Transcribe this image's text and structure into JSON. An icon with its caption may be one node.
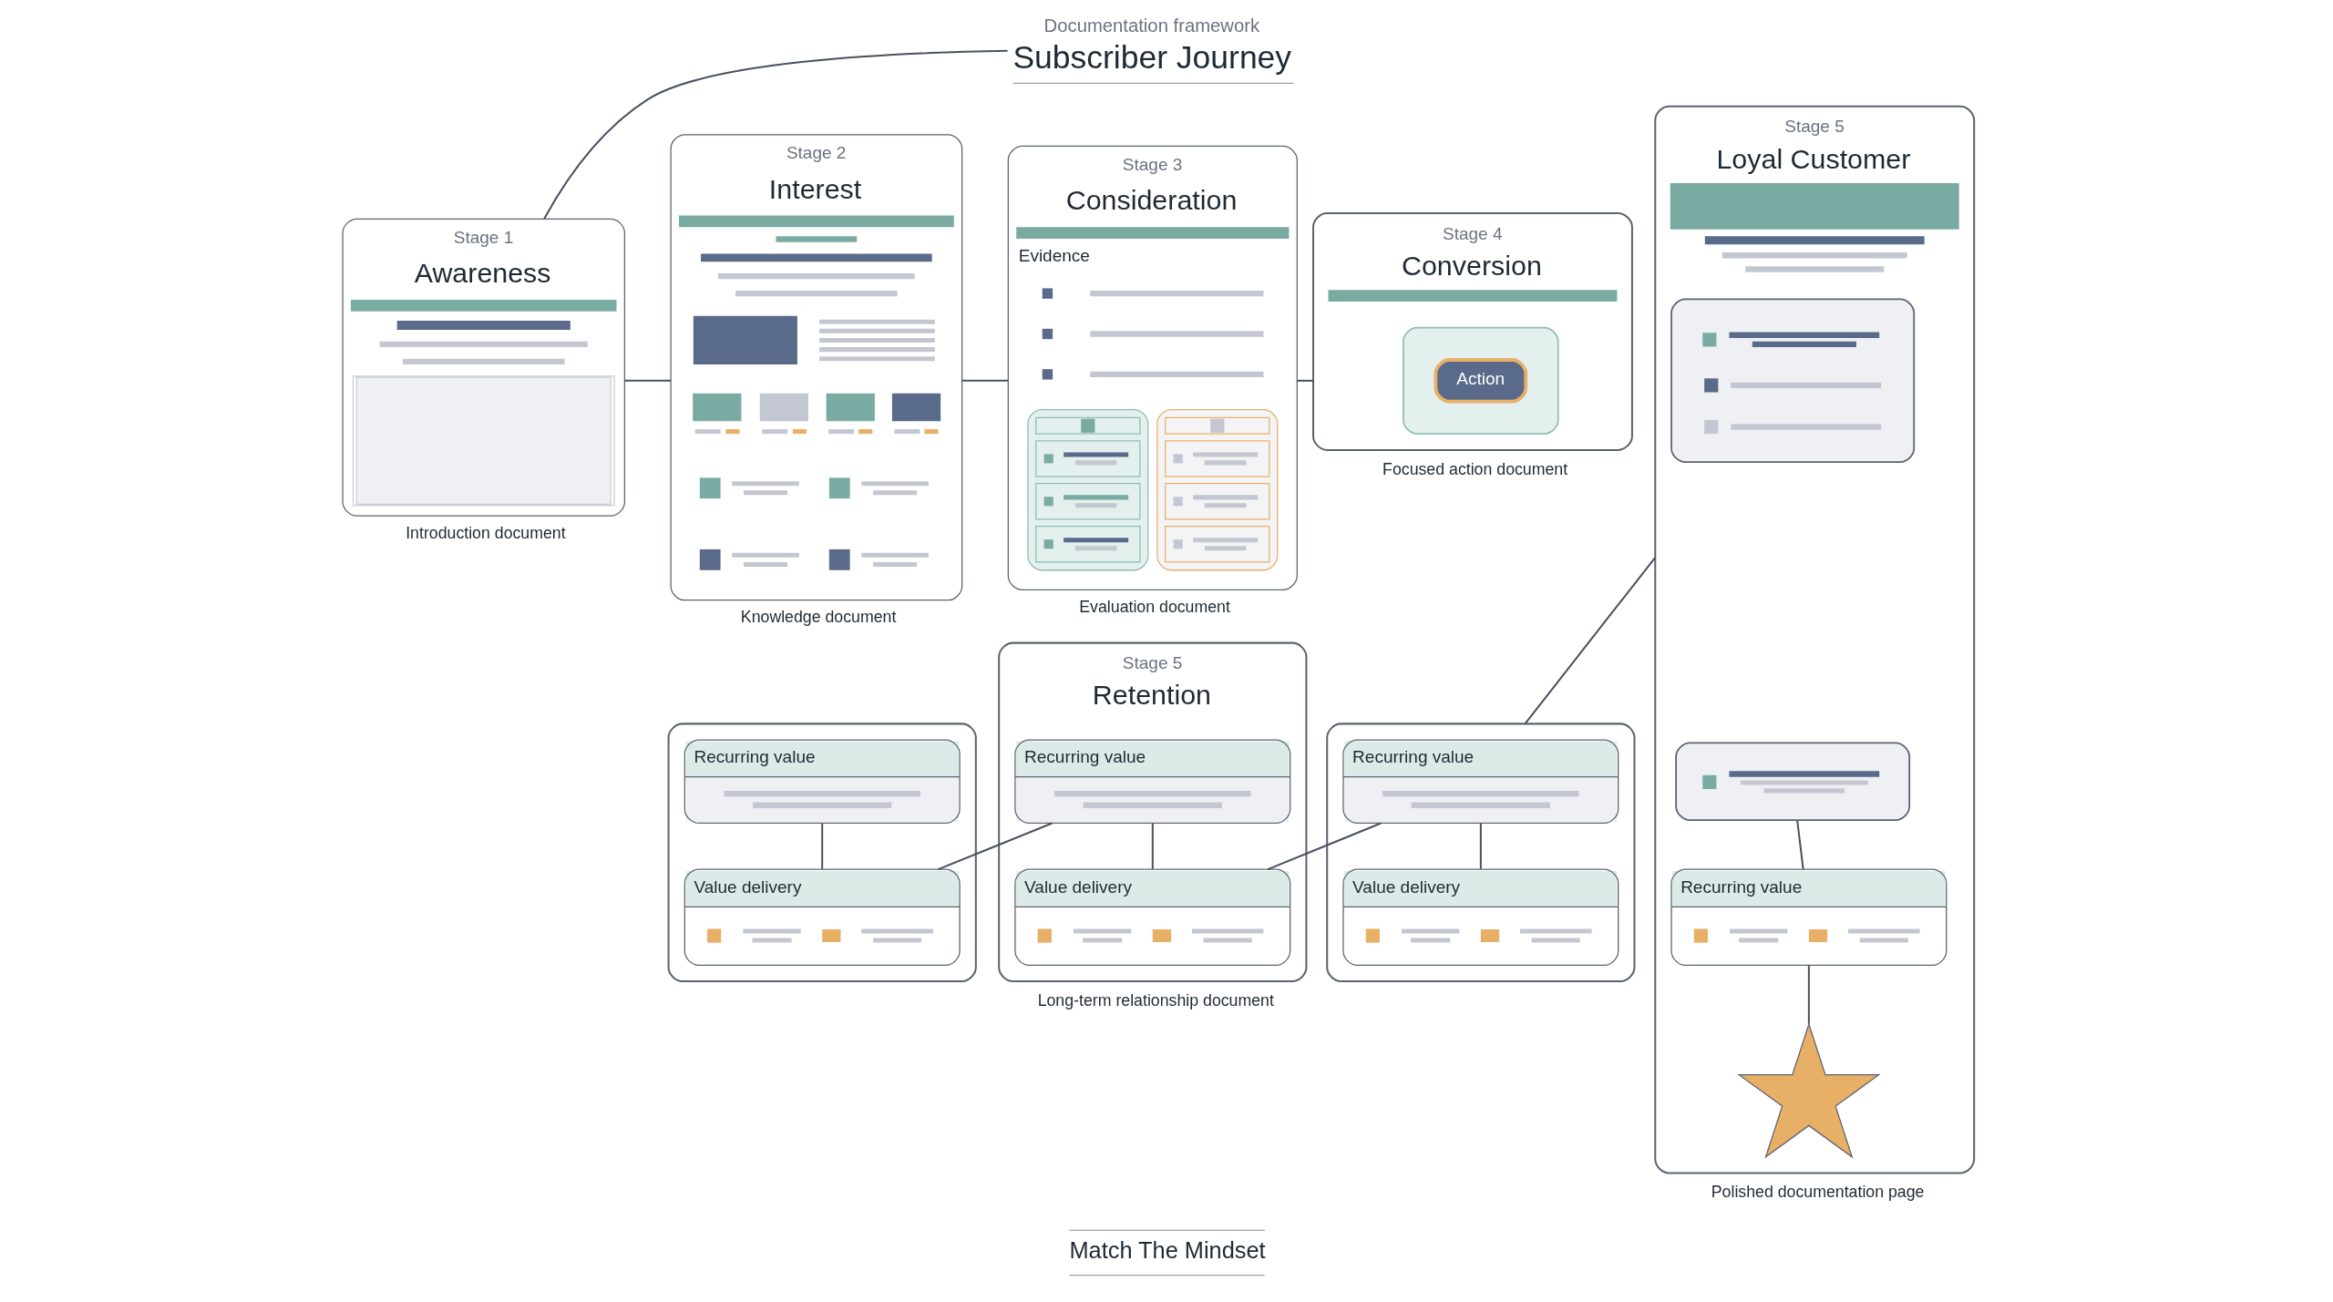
{
  "diagram": {
    "caption": "Match The Mindset",
    "nodes": [
      {
        "text": [
          "Documentation framework",
          "Subscriber Journey"
        ]
      },
      {
        "text": [
          "Stage 1",
          "Awareness"
        ],
        "beside": [
          "Introduction document"
        ]
      },
      {
        "text": [
          "Stage 2",
          "Interest"
        ],
        "beside": [
          "Knowledge document"
        ]
      },
      {
        "text": [
          "Stage 3",
          "Consideration",
          "Evidence"
        ],
        "beside": [
          "Evaluation document"
        ]
      },
      {
        "text": [
          "Stage 4",
          "Conversion"
        ],
        "beside": [
          "Focused action document"
        ]
      },
      {
        "text": [],
        "shape": "box",
        "in": 4
      },
      {
        "text": [
          "Action"
        ],
        "in": 5
      },
      {
        "text": [
          "Stage 5",
          "Loyal Customer"
        ],
        "beside": [
          "Polished documentation page"
        ]
      },
      {
        "text": [],
        "shape": "box",
        "in": 7
      },
      {
        "text": [],
        "shape": "box",
        "in": 7
      },
      {
        "text": [
          "Recurring value"
        ],
        "in": 7
      },
      {
        "text": [],
        "shape": "picture",
        "in": 7
      },
      {
        "text": [],
        "shape": "box"
      },
      {
        "text": [
          "Recurring value"
        ],
        "in": 12
      },
      {
        "text": [
          "Value delivery"
        ],
        "in": 12
      },
      {
        "text": [
          "Stage 5",
          "Retention"
        ],
        "beside": [
          "Long-term relationship document"
        ]
      },
      {
        "text": [
          "Recurring value"
        ],
        "in": 15
      },
      {
        "text": [
          "Value delivery"
        ],
        "in": 15
      },
      {
        "text": [],
        "shape": "box"
      },
      {
        "text": [
          "Recurring value"
        ],
        "in": 18
      },
      {
        "text": [
          "Value delivery"
        ],
        "in": 18
      }
    ],
    "edges": [
      {
        "from": 0,
        "to": 1,
        "arrow": "none"
      },
      {
        "from": 1,
        "to": 2,
        "arrow": "none"
      },
      {
        "from": 2,
        "to": 3,
        "arrow": "none"
      },
      {
        "from": 3,
        "to": 4,
        "arrow": "none"
      },
      {
        "from": 9,
        "to": 10,
        "arrow": "none"
      },
      {
        "from": 10,
        "to": 11,
        "arrow": "none"
      },
      {
        "from": 13,
        "to": 14,
        "arrow": "none"
      },
      {
        "from": 14,
        "to": 16,
        "arrow": "none"
      },
      {
        "from": 16,
        "to": 17,
        "arrow": "none"
      },
      {
        "from": 17,
        "to": 19,
        "arrow": "none"
      },
      {
        "from": 19,
        "to": 20,
        "arrow": "none"
      },
      {
        "from": 18,
        "to": 7,
        "arrow": "none"
      }
    ]
  }
}
